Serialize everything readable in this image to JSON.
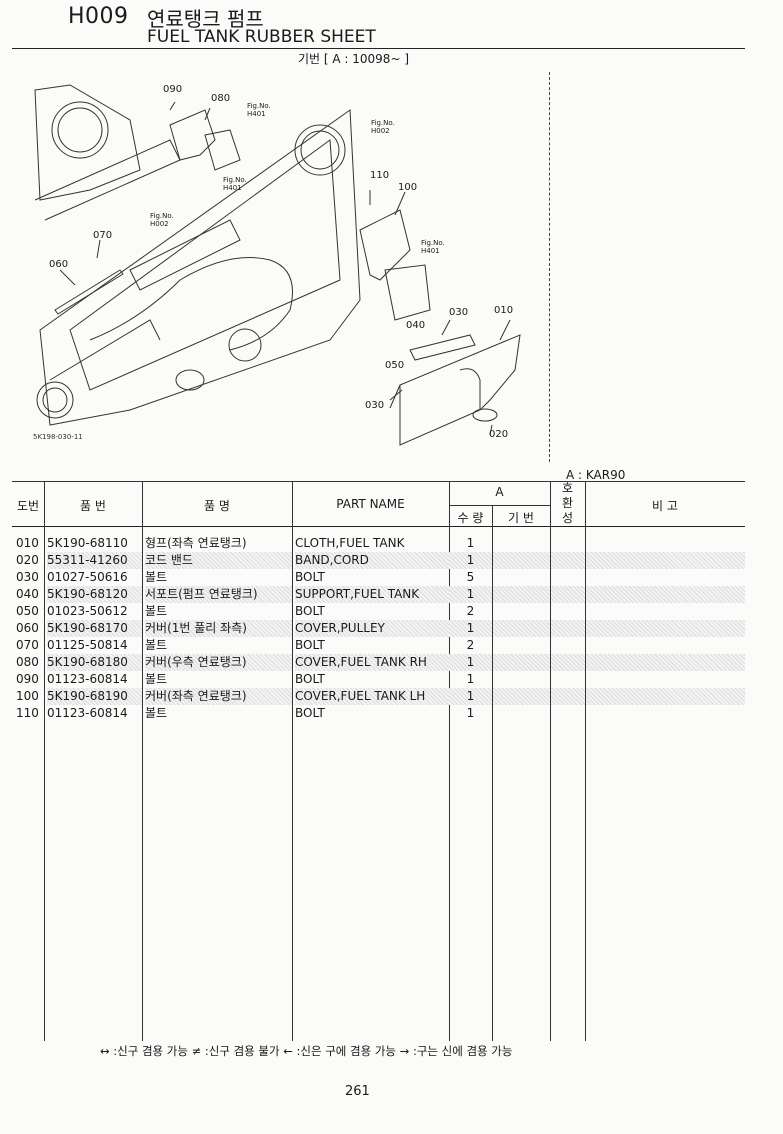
{
  "header": {
    "code": "H009",
    "title_ko": "연료탱크 펌프",
    "title_en": "FUEL TANK RUBBER SHEET",
    "base_text": "기번 [ A : 10098~ ]"
  },
  "figure": {
    "id_text": "5K198-030-11",
    "callouts": [
      "090",
      "080",
      "110",
      "100",
      "070",
      "060",
      "030",
      "040",
      "010",
      "050",
      "030",
      "020"
    ],
    "fig_refs": [
      "Fig.No.\nH401",
      "Fig.No.\nH002",
      "Fig.No.\nH401",
      "Fig.No.\nH002",
      "Fig.No.\nH401"
    ]
  },
  "model_note": "A : KAR90",
  "table": {
    "headers": {
      "no": "도번",
      "part_no": "품 번",
      "name_ko": "품 명",
      "part_name": "PART NAME",
      "group_a": "A",
      "qty": "수 량",
      "base": "기 번",
      "compat": "호\n환\n성",
      "remark": "비 고"
    },
    "rows": [
      {
        "no": "010",
        "part": "5K190-68110",
        "ko": "형프(좌측 연료탱크)",
        "en": "CLOTH,FUEL TANK",
        "qty": "1",
        "shade": false
      },
      {
        "no": "020",
        "part": "55311-41260",
        "ko": "코드 밴드",
        "en": "BAND,CORD",
        "qty": "1",
        "shade": true
      },
      {
        "no": "030",
        "part": "01027-50616",
        "ko": "볼트",
        "en": "BOLT",
        "qty": "5",
        "shade": false
      },
      {
        "no": "040",
        "part": "5K190-68120",
        "ko": "서포트(펌프 연료탱크)",
        "en": "SUPPORT,FUEL TANK",
        "qty": "1",
        "shade": true
      },
      {
        "no": "050",
        "part": "01023-50612",
        "ko": "볼트",
        "en": "BOLT",
        "qty": "2",
        "shade": false
      },
      {
        "no": "060",
        "part": "5K190-68170",
        "ko": "커버(1번 풀리 좌측)",
        "en": "COVER,PULLEY",
        "qty": "1",
        "shade": true
      },
      {
        "no": "070",
        "part": "01125-50814",
        "ko": "볼트",
        "en": "BOLT",
        "qty": "2",
        "shade": false
      },
      {
        "no": "080",
        "part": "5K190-68180",
        "ko": "커버(우측 연료탱크)",
        "en": "COVER,FUEL TANK RH",
        "qty": "1",
        "shade": true
      },
      {
        "no": "090",
        "part": "01123-60814",
        "ko": "볼트",
        "en": "BOLT",
        "qty": "1",
        "shade": false
      },
      {
        "no": "100",
        "part": "5K190-68190",
        "ko": "커버(좌측 연료탱크)",
        "en": "COVER,FUEL TANK LH",
        "qty": "1",
        "shade": true
      },
      {
        "no": "110",
        "part": "01123-60814",
        "ko": "볼트",
        "en": "BOLT",
        "qty": "1",
        "shade": false
      }
    ]
  },
  "legend": "↔ :신구 겸용 가능     ≠ :신구 겸용 불가     ← :신은 구에 겸용 가능     → :구는 신에 겸용 가능",
  "page_number": "261"
}
